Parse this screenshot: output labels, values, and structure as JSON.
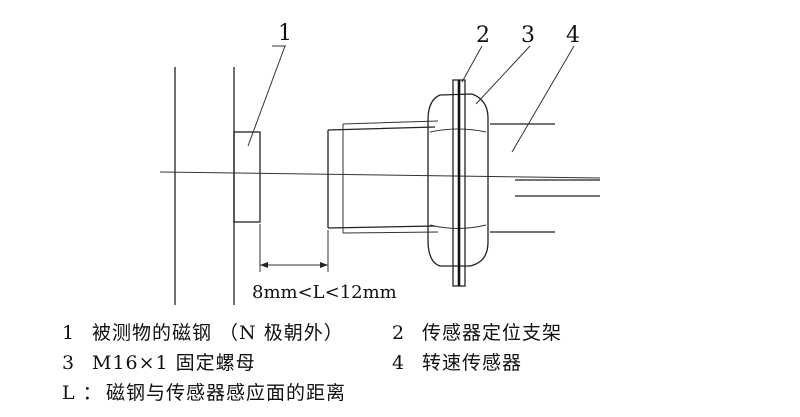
{
  "callouts": {
    "c1": "1",
    "c2": "2",
    "c3": "3",
    "c4": "4"
  },
  "dimension": {
    "text": "8mm<L<12mm"
  },
  "legend": {
    "item1": {
      "num": "1",
      "text": "被测物的磁钢 （N 极朝外）"
    },
    "item2": {
      "num": "2",
      "text": "传感器定位支架"
    },
    "item3": {
      "num": "3",
      "text": "M16×1 固定螺母"
    },
    "item4": {
      "num": "4",
      "text": "转速传感器"
    },
    "itemL": {
      "num": "L ：",
      "text": "磁钢与传感器感应面的距离"
    }
  }
}
